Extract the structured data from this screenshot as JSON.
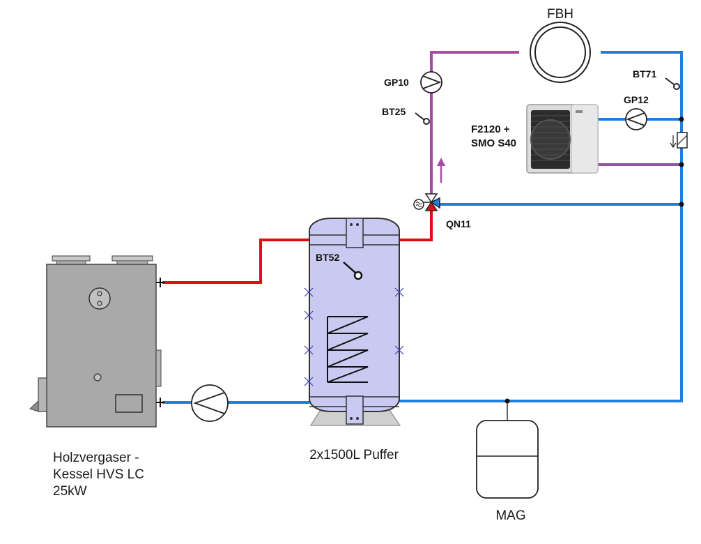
{
  "labels": {
    "fbh": "FBH",
    "bt71": "BT71",
    "gp10": "GP10",
    "gp12": "GP12",
    "bt25": "BT25",
    "heatpump_line1": "F2120 +",
    "heatpump_line2": "SMO S40",
    "qn11": "QN11",
    "bt52": "BT52",
    "boiler_line1": "Holzvergaser -",
    "boiler_line2": "Kessel HVS LC",
    "boiler_line3": "25kW",
    "buffer": "2x1500L Puffer",
    "mag": "MAG"
  },
  "colors": {
    "hot_pipe": "#e01010",
    "cold_pipe": "#1f7fe0",
    "mixed_pipe": "#a64ca6",
    "tank_fill": "#c9c9f2",
    "boiler_fill": "#a9a9a9",
    "outline": "#333333"
  },
  "icons": {
    "pump": "pump-icon",
    "sensor": "temperature-sensor-icon",
    "valve": "three-way-valve-icon",
    "check_valve": "check-valve-icon",
    "heat_pump": "heat-pump-unit-icon",
    "expansion_vessel": "expansion-vessel-icon"
  }
}
